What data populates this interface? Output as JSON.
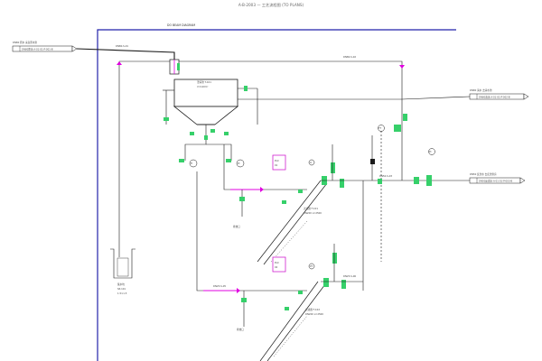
{
  "diagram": {
    "title": "A-B-2003 — 工艺流程图 (TO PLANS)",
    "frame_label": "DO BEAM DIAGRAM",
    "colors": {
      "pipe": "#1a1a1a",
      "border": "#2222aa",
      "valve": "#36d06a",
      "signal": "#e000e0",
      "box": "#d020d0"
    },
    "connectors": {
      "left_top": {
        "line1": "DN80 原水 来自原水泵",
        "line2": "DN80原水-A-01-01-P-001-B"
      },
      "right_top": {
        "line1": "DN80 清水 去清水池",
        "line2": "DN80清水-A-01-01-P-002-B"
      },
      "right_mid": {
        "line1": "DN50 反洗水 去反洗泵房",
        "line2": "DN50反洗水-A-01-01-P-003-B"
      }
    },
    "pipe_labels": {
      "top_left": "DN80-S-01",
      "top_right": "DN80-S-02",
      "mid_right": "DN50-S-03",
      "lower_left": "DN25-S-05",
      "lower_right": "DN25-S-06"
    },
    "tank": {
      "label": "澄清池 T-101",
      "sublabel": "V=120m³"
    },
    "pit": {
      "line1": "集水坑",
      "line2": "SP-101",
      "line3": "1.5×1.5"
    },
    "instrument_boxes": [
      {
        "line1": "PLC",
        "line2": "01"
      },
      {
        "line1": "PLC",
        "line2": "02"
      }
    ],
    "filters": [
      {
        "line1": "过滤器 F-101",
        "line2": "DN200 L=2500"
      },
      {
        "line1": "过滤器 F-102",
        "line2": "DN200 L=2500"
      }
    ],
    "drains": [
      "排放口",
      "排放口"
    ],
    "instruments": [
      "FI",
      "PI",
      "LI",
      "PT",
      "FT",
      "PI"
    ]
  }
}
